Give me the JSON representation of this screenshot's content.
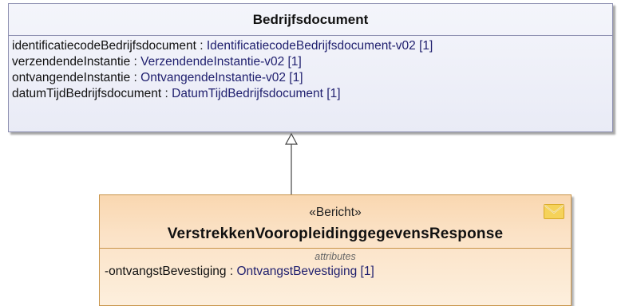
{
  "bedrijfsdocument": {
    "name": "Bedrijfsdocument",
    "attributes": [
      {
        "name": "identificatiecodeBedrijfsdocument",
        "type": "IdentificatiecodeBedrijfsdocument-v02 [1]"
      },
      {
        "name": "verzendendeInstantie",
        "type": "VerzendendeInstantie-v02 [1]"
      },
      {
        "name": "ontvangendeInstantie",
        "type": "OntvangendeInstantie-v02 [1]"
      },
      {
        "name": "datumTijdBedrijfsdocument",
        "type": "DatumTijdBedrijfsdocument [1]"
      }
    ]
  },
  "bericht": {
    "stereotype": "«Bericht»",
    "name": "VerstrekkenVooropleidinggegevensResponse",
    "icon": "envelope-icon",
    "compartment_label": "attributes",
    "attributes": [
      {
        "name": "-ontvangstBevestiging",
        "type": "OntvangstBevestiging [1]"
      }
    ]
  },
  "colors": {
    "parent_fill": "#eceef8",
    "parent_border": "#8d8fb0",
    "child_fill": "#fbe2c6",
    "child_border": "#c8944a",
    "envelope": "#f5d25a"
  }
}
